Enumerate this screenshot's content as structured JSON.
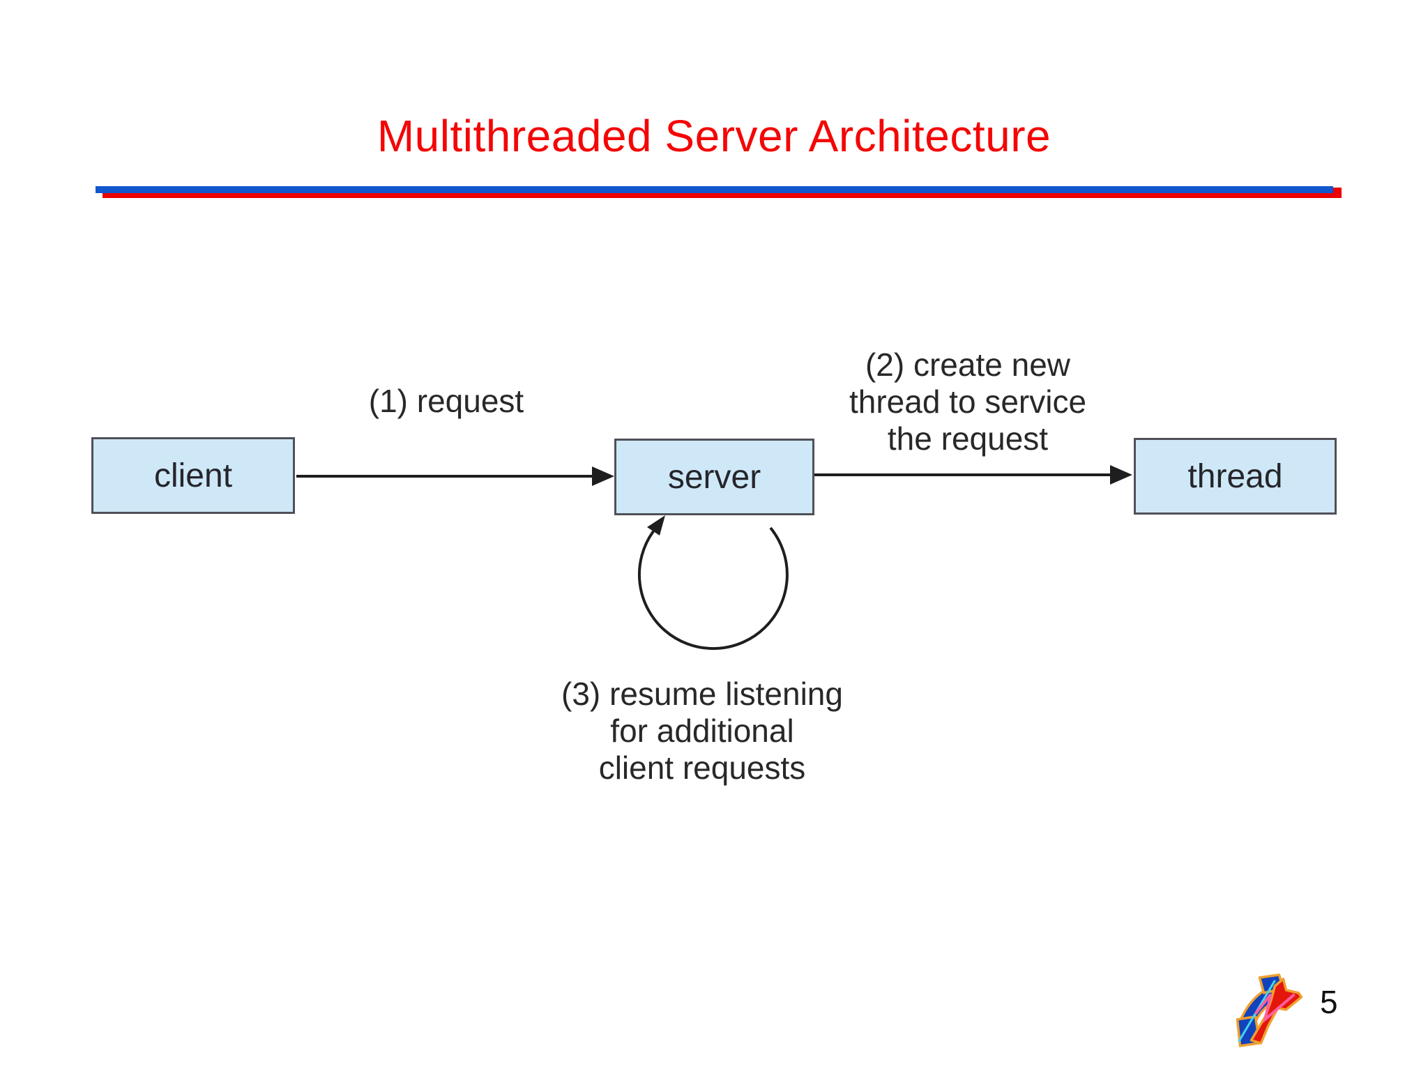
{
  "slide": {
    "title": "Multithreaded Server Architecture",
    "title_color": "#f40606"
  },
  "divider": {
    "blue": "#1158cf",
    "red": "#ec0000"
  },
  "diagram": {
    "node_fill": "#cfe8f7",
    "node_border": "#4f5058",
    "arrow_color": "#1e1e1e",
    "nodes": [
      {
        "id": "client",
        "label": "client"
      },
      {
        "id": "server",
        "label": "server"
      },
      {
        "id": "thread",
        "label": "thread"
      }
    ],
    "labels": {
      "step1": "(1) request",
      "step2_lines": [
        "(2) create new",
        "thread to service",
        "the request"
      ],
      "step3_lines": [
        "(3) resume listening",
        "for additional",
        "client requests"
      ]
    }
  },
  "footer": {
    "page_number": "5",
    "logo": "arrow-cubes-logo"
  }
}
